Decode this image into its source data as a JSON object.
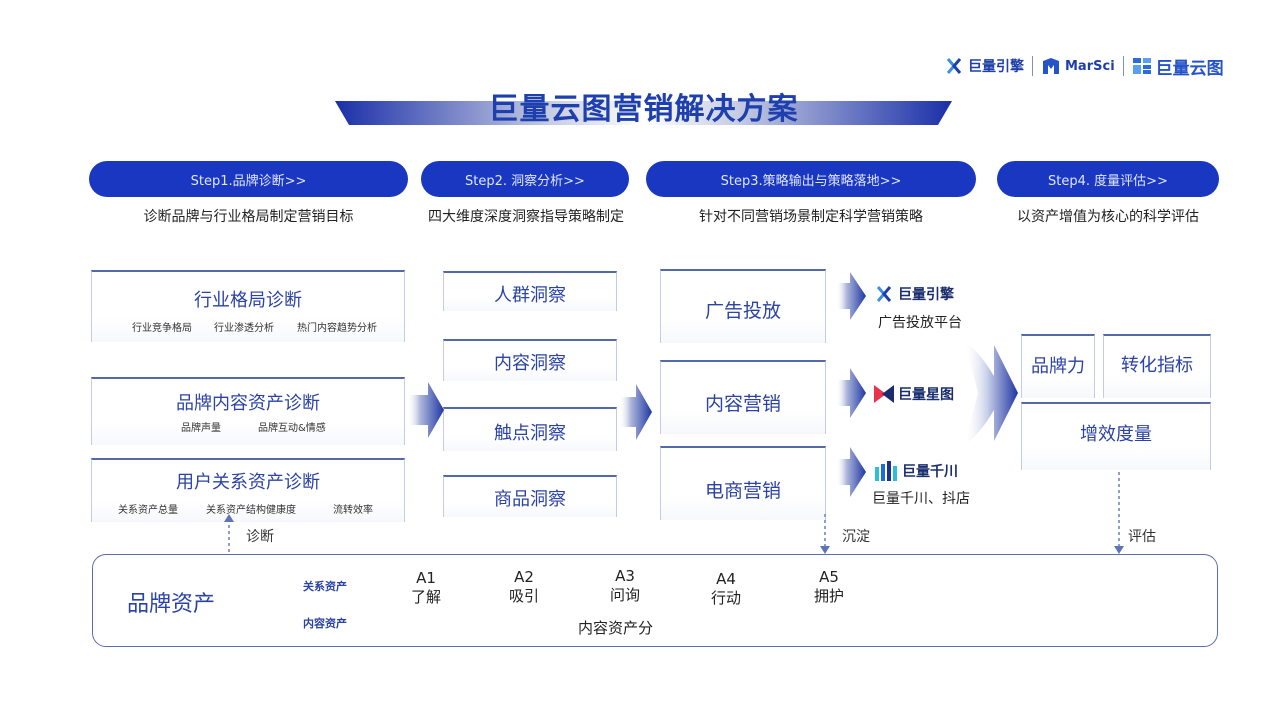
{
  "logos": {
    "engine": "巨量引擎",
    "marsci": "MarSci",
    "yuntu": "巨量云图"
  },
  "title": "巨量云图营销解决方案",
  "steps": [
    {
      "label": "Step1.品牌诊断>>",
      "desc": "诊断品牌与行业格局制定营销目标"
    },
    {
      "label": "Step2. 洞察分析>>",
      "desc": "四大维度深度洞察指导策略制定"
    },
    {
      "label": "Step3.策略输出与策略落地>>",
      "desc": "针对不同营销场景制定科学营销策略"
    },
    {
      "label": "Step4. 度量评估>>",
      "desc": "以资产增值为核心的科学评估"
    }
  ],
  "diagnosis": [
    {
      "title": "行业格局诊断",
      "subs": [
        "行业竞争格局",
        "行业渗透分析",
        "热门内容趋势分析"
      ]
    },
    {
      "title": "品牌内容资产诊断",
      "subs": [
        "品牌声量",
        "品牌互动&情感"
      ]
    },
    {
      "title": "用户关系资产诊断",
      "subs": [
        "关系资产总量",
        "关系资产结构健康度",
        "流转效率"
      ]
    }
  ],
  "insights": [
    "人群洞察",
    "内容洞察",
    "触点洞察",
    "商品洞察"
  ],
  "strategies": [
    "广告投放",
    "内容营销",
    "电商营销"
  ],
  "platforms": [
    {
      "logo": "巨量引擎",
      "caption": "广告投放平台"
    },
    {
      "logo": "巨量星图",
      "caption": ""
    },
    {
      "logo": "巨量千川",
      "caption": "巨量千川、抖店"
    }
  ],
  "metrics": {
    "brand": "品牌力",
    "conversion": "转化指标",
    "efficiency": "增效度量"
  },
  "notes": {
    "diagnose": "诊断",
    "settle": "沉淀",
    "evaluate": "评估"
  },
  "assets": {
    "title": "品牌资产",
    "relation_label": "关系资产",
    "content_label": "内容资产",
    "stages": [
      {
        "code": "A1",
        "name": "了解"
      },
      {
        "code": "A2",
        "name": "吸引"
      },
      {
        "code": "A3",
        "name": "问询"
      },
      {
        "code": "A4",
        "name": "行动"
      },
      {
        "code": "A5",
        "name": "拥护"
      }
    ],
    "content_score": "内容资产分"
  },
  "colors": {
    "brand_blue": "#1a37c2",
    "text_blue": "#2b43a6",
    "line": "#5469a8"
  }
}
